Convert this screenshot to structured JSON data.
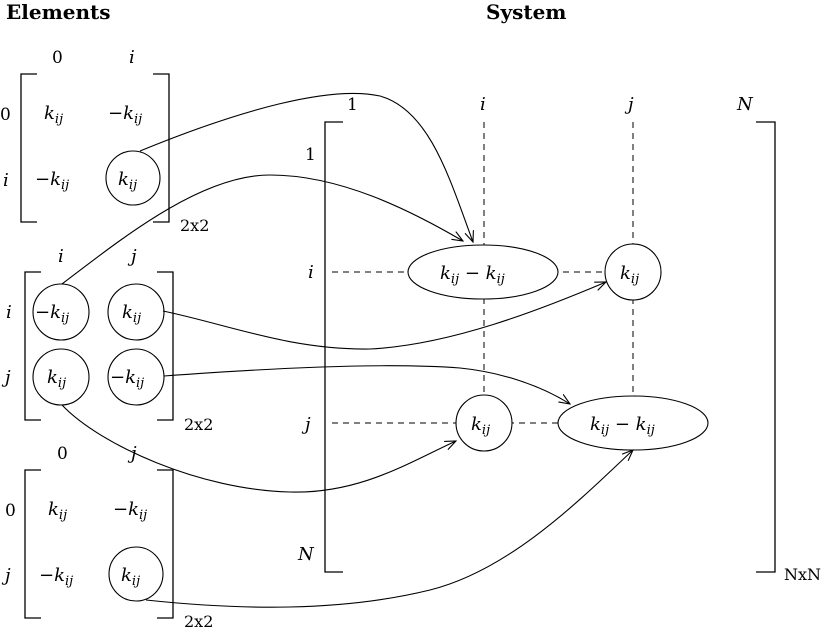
{
  "headings": {
    "elements": "Elements",
    "system": "System"
  },
  "element1": {
    "cols": [
      "0",
      "i"
    ],
    "rows": [
      "0",
      "i"
    ],
    "cells": [
      "k_ij",
      "−k_ij",
      "−k_ij",
      "k_ij"
    ],
    "size": "2x2"
  },
  "element2": {
    "cols": [
      "i",
      "j"
    ],
    "rows": [
      "i",
      "j"
    ],
    "cells": [
      "−k_ij",
      "k_ij",
      "k_ij",
      "−k_ij"
    ],
    "size": "2x2"
  },
  "element3": {
    "cols": [
      "0",
      "j"
    ],
    "rows": [
      "0",
      "j"
    ],
    "cells": [
      "k_ij",
      "−k_ij",
      "−k_ij",
      "k_ij"
    ],
    "size": "2x2"
  },
  "system": {
    "cols": [
      "1",
      "i",
      "j",
      "N"
    ],
    "rows": [
      "1",
      "i",
      "j",
      "N"
    ],
    "entries": {
      "ii": "k_ij − k_ij",
      "ij": "k_ij",
      "ji": "k_ij",
      "jj": "k_ij − k_ij"
    },
    "size": "NxN"
  }
}
